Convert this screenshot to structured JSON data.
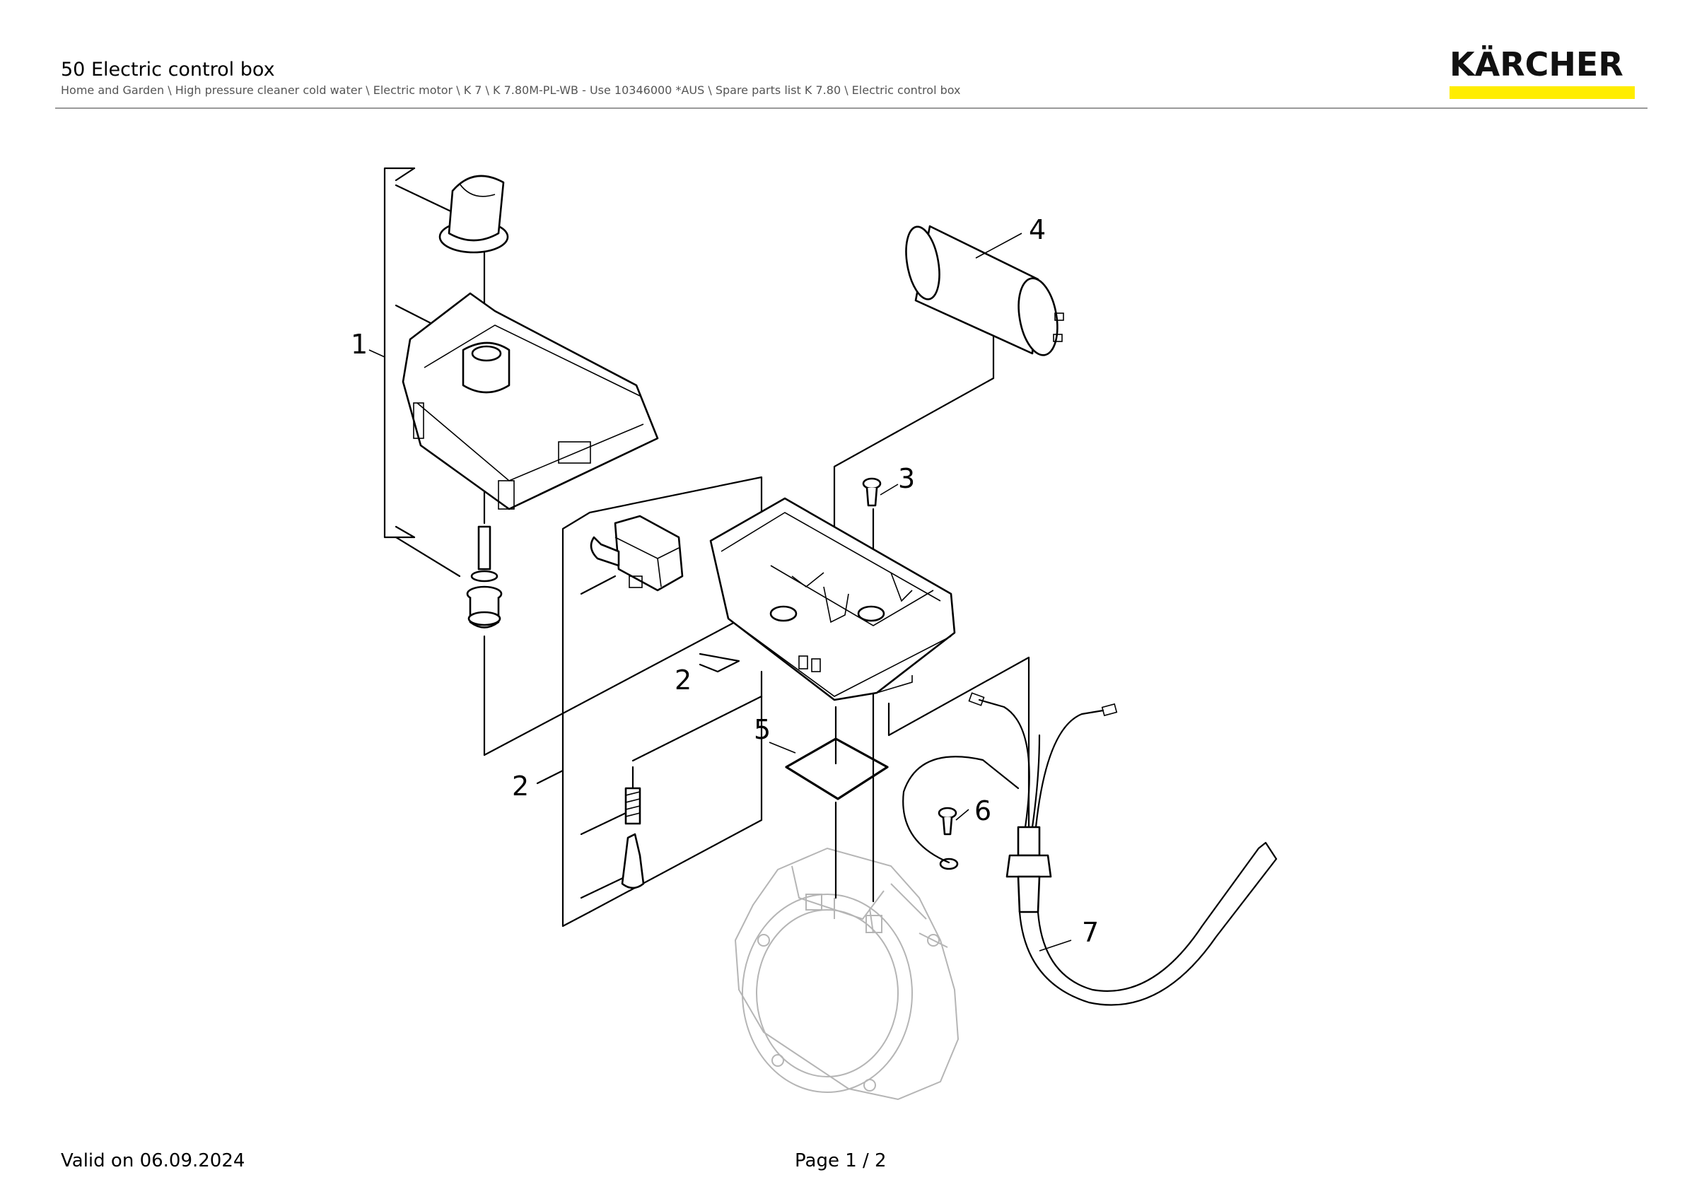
{
  "header": {
    "title": "50 Electric control box",
    "breadcrumb": "Home and Garden \\ High pressure cleaner cold water \\ Electric motor \\ K 7 \\ K 7.80M-PL-WB - Use 10346000 *AUS \\ Spare parts list K 7.80 \\ Electric control box"
  },
  "logo": {
    "text": "KÄRCHER",
    "accent_color": "#ffed00"
  },
  "diagram": {
    "callouts": [
      "1",
      "2",
      "2",
      "3",
      "4",
      "5",
      "6",
      "7"
    ]
  },
  "footer": {
    "valid": "Valid on 06.09.2024",
    "page": "Page 1 / 2"
  }
}
